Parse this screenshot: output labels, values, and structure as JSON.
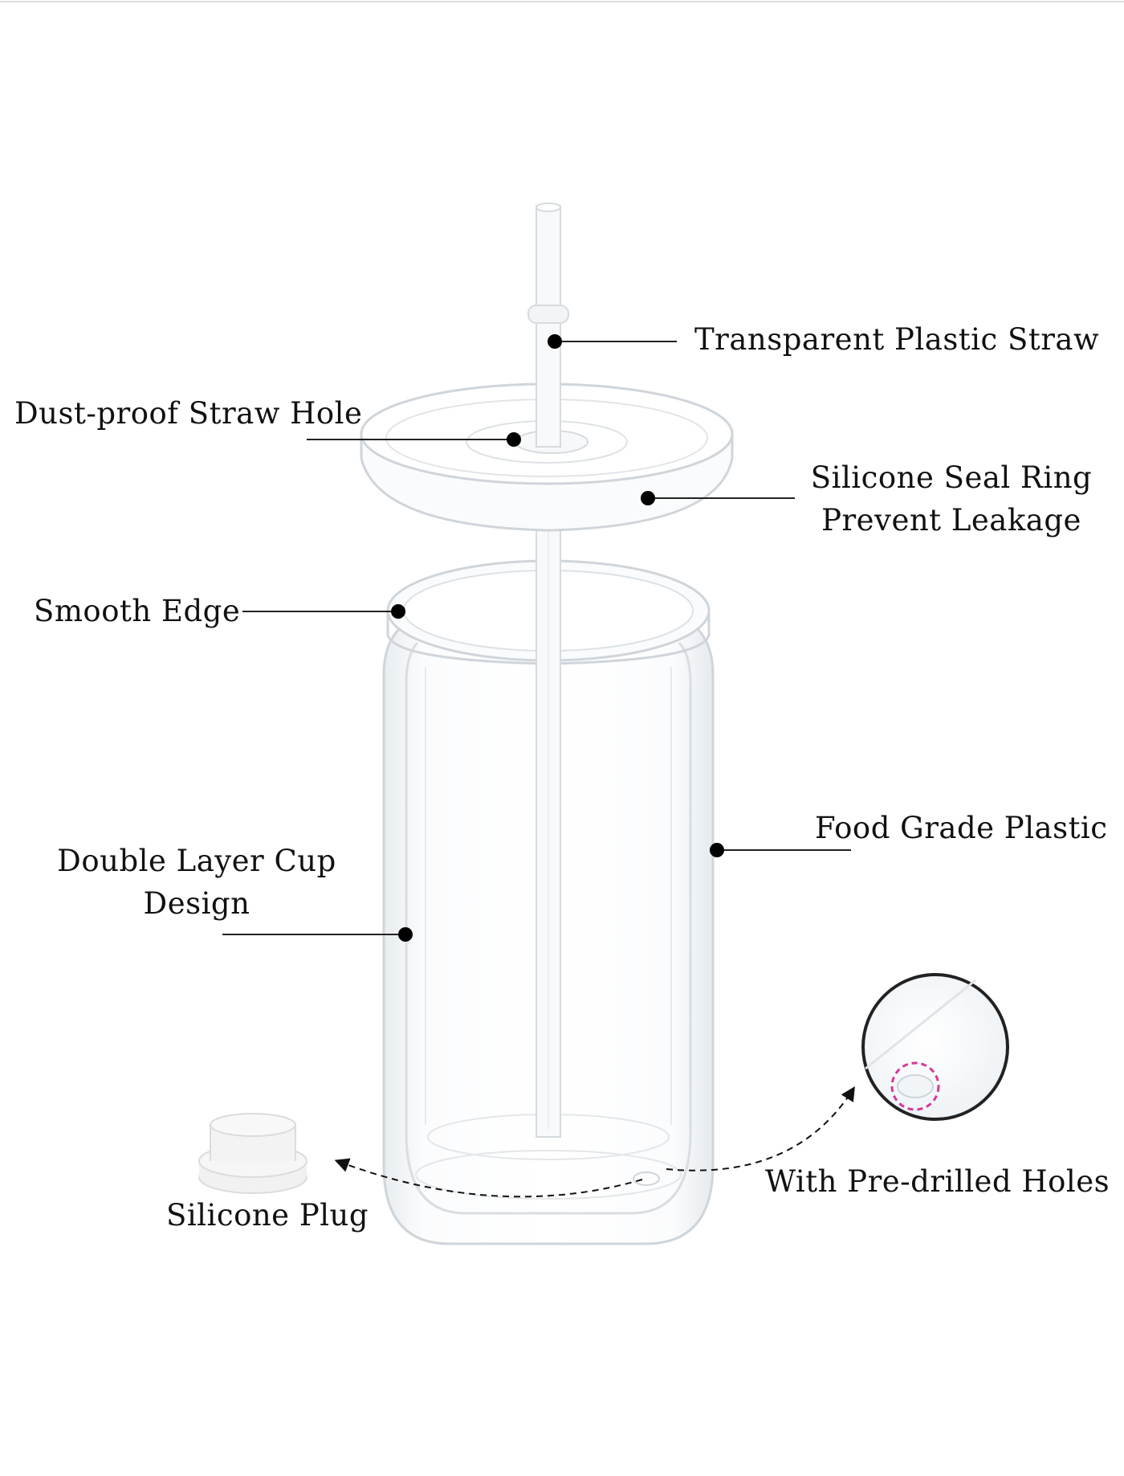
{
  "labels": {
    "straw": "Transparent Plastic Straw",
    "straw_hole": "Dust-proof Straw Hole",
    "seal_line1": "Silicone Seal Ring",
    "seal_line2": "Prevent Leakage",
    "smooth_edge": "Smooth Edge",
    "food_grade": "Food Grade Plastic",
    "double_layer_line1": "Double Layer Cup",
    "double_layer_line2": "Design",
    "holes": "With Pre-drilled Holes",
    "plug": "Silicone Plug"
  },
  "colors": {
    "text": "#111111",
    "leader": "#222222",
    "outline": "#cfd5da",
    "hole_highlight": "#d6389a"
  }
}
